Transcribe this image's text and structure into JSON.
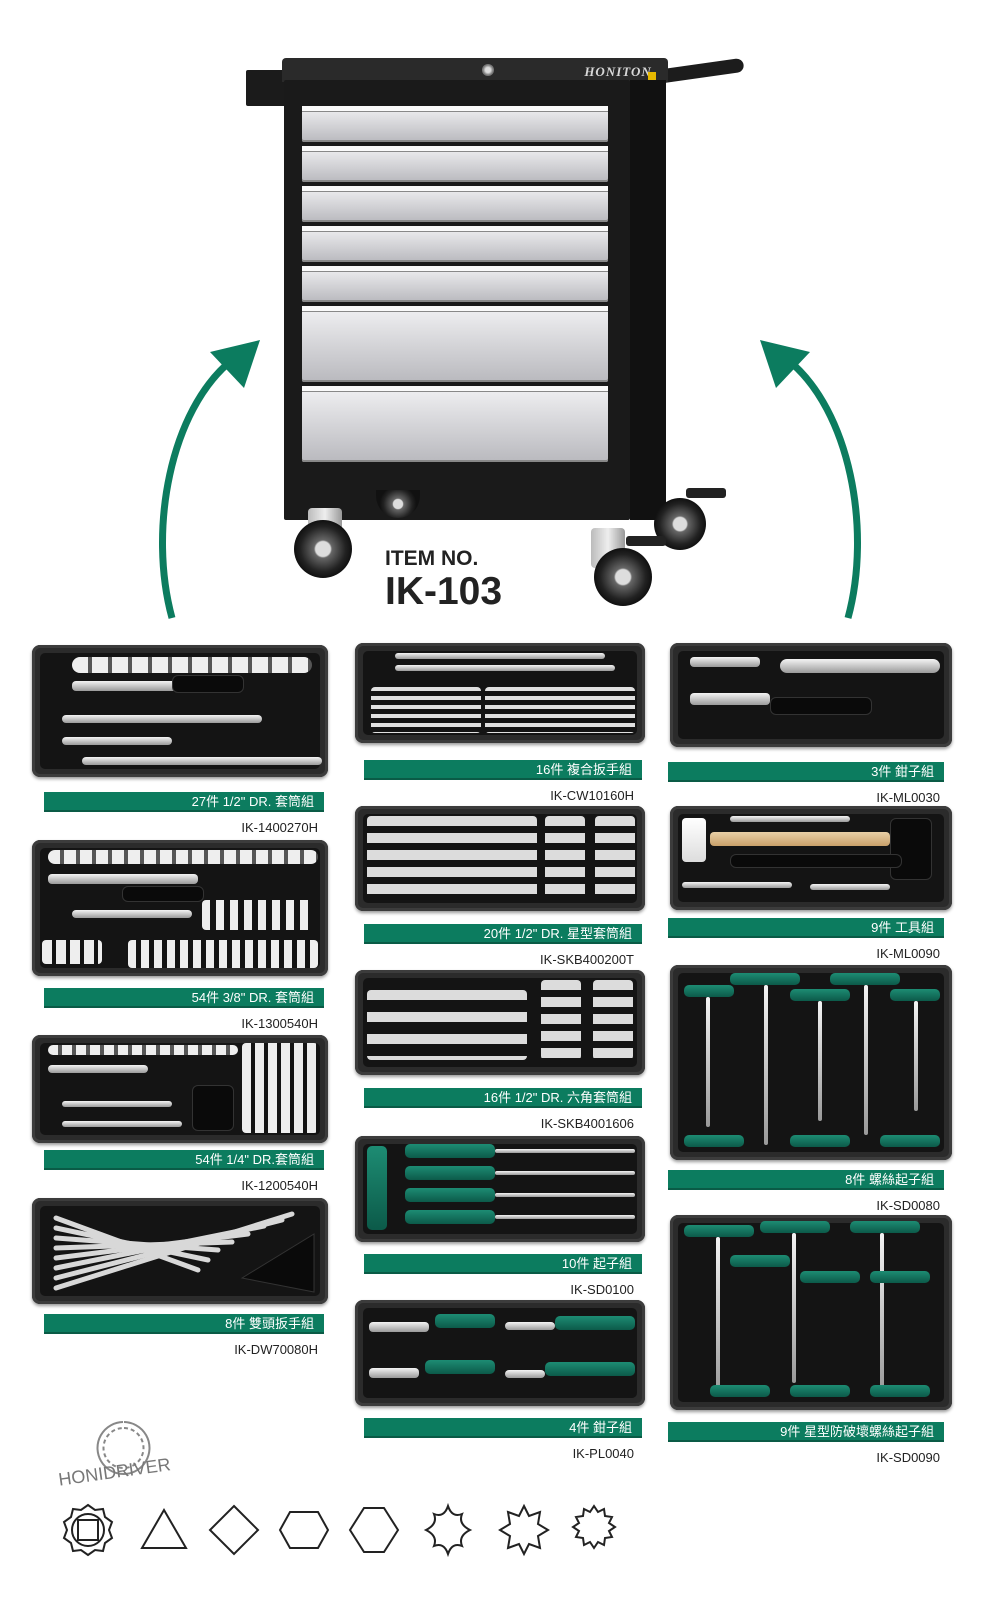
{
  "cabinet": {
    "brand": "HONITON.",
    "item_no_label": "ITEM NO.",
    "item_code": "IK-103"
  },
  "trays": [
    {
      "id": "t1",
      "label": "27件 1/2\" DR. 套筒組",
      "code": "IK-1400270H"
    },
    {
      "id": "t2",
      "label": "54件 3/8\" DR. 套筒組",
      "code": "IK-1300540H"
    },
    {
      "id": "t3",
      "label": "54件 1/4\" DR.套筒組",
      "code": "IK-1200540H"
    },
    {
      "id": "t4",
      "label": "8件  雙頭扳手組",
      "code": "IK-DW70080H"
    },
    {
      "id": "t5",
      "label": "16件 複合扳手組",
      "code": "IK-CW10160H"
    },
    {
      "id": "t6",
      "label": "20件 1/2\" DR. 星型套筒組",
      "code": "IK-SKB400200T"
    },
    {
      "id": "t7",
      "label": "16件  1/2\" DR. 六角套筒組",
      "code": "IK-SKB4001606"
    },
    {
      "id": "t8",
      "label": "10件  起子組",
      "code": "IK-SD0100"
    },
    {
      "id": "t9",
      "label": "4件  鉗子組",
      "code": "IK-PL0040"
    },
    {
      "id": "t10",
      "label": "3件 鉗子組",
      "code": "IK-ML0030"
    },
    {
      "id": "t11",
      "label": "9件 工具組",
      "code": "IK-ML0090"
    },
    {
      "id": "t12",
      "label": "8件 螺絲起子組",
      "code": "IK-SD0080"
    },
    {
      "id": "t13",
      "label": "9件 星型防破壞螺絲起子組",
      "code": "IK-SD0090"
    }
  ],
  "logo": {
    "text": "HONIDRIVER"
  },
  "drive_shapes": [
    "twelve-point-square-icon",
    "triangle-icon",
    "diamond-icon",
    "pentagon-icon",
    "hexagon-icon",
    "torx-icon",
    "star-icon",
    "spline-icon"
  ],
  "colors": {
    "accent": "#0c7c5f",
    "tray": "#2b2b2b"
  }
}
